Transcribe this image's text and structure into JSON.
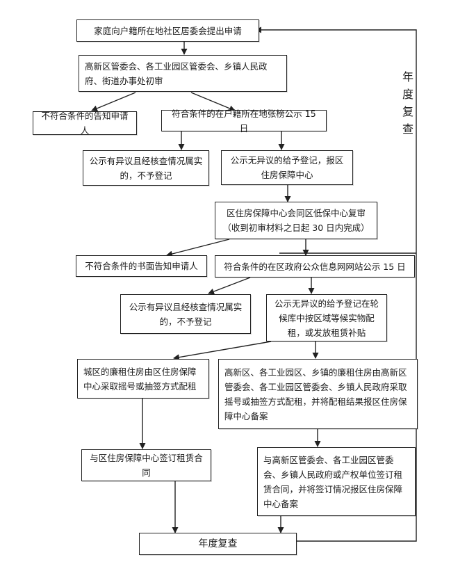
{
  "flowchart": {
    "nodes": {
      "apply": "家庭向户籍所在地社区居委会提出申请",
      "first_review": "高新区管委会、各工业园区管委会、乡镇人民政府、街道办事处初审",
      "reject_notify": "不符合条件的告知申请人",
      "publicize_local": "符合条件的在户籍所在地张榜公示 15 日",
      "objection_reject_1": "公示有异议且经核查情况属实的，不予登记",
      "no_objection_register_1": "公示无异议的给予登记，报区住房保障中心",
      "district_review": "区住房保障中心会同区低保中心复审（收到初审材料之日起 30 日内完成）",
      "written_reject": "不符合条件的书面告知申请人",
      "publicize_web": "符合条件的在区政府公众信息网网站公示 15 日",
      "objection_reject_2": "公示有异议且经核查情况属实的，不予登记",
      "no_objection_register_2": "公示无异议的给予登记在轮候库中按区域等候实物配租，或发放租赁补贴",
      "city_allocation": "城区的廉租住房由区住房保障中心采取摇号或抽签方式配租",
      "town_allocation": "高新区、各工业园区、乡镇的廉租住房由高新区管委会、各工业园区管委会、乡镇人民政府采取摇号或抽签方式配租，并将配租结果报区住房保障中心备案",
      "city_contract": "与区住房保障中心签订租赁合同",
      "town_contract": "与高新区管委会、各工业园区管委会、乡镇人民政府或产权单位签订租赁合同，并将签订情况报区住房保障中心备案",
      "annual_review": "年度复查"
    },
    "side_label": "年度复查"
  }
}
